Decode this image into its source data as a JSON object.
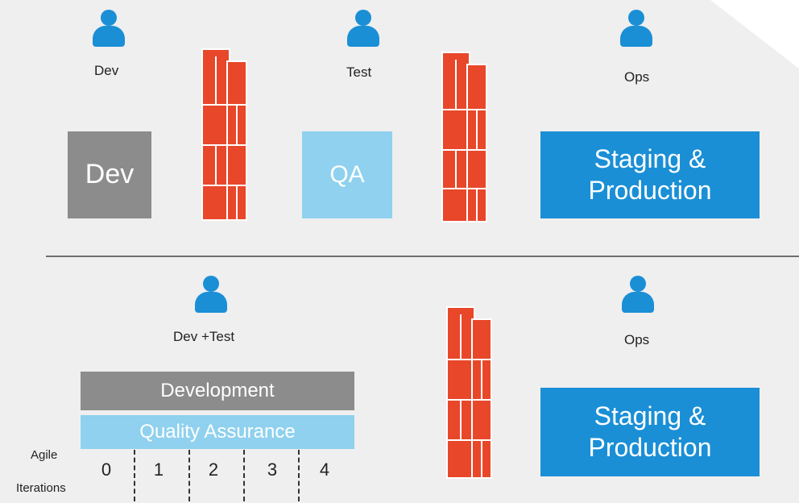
{
  "top": {
    "roles": [
      "Dev",
      "Test",
      "Ops"
    ],
    "stages": {
      "dev": "Dev",
      "qa": "QA",
      "staging": "Staging &\nProduction"
    }
  },
  "bottom": {
    "roles": [
      "Dev +Test",
      "Ops"
    ],
    "bars": {
      "development": "Development",
      "quality_assurance": "Quality Assurance"
    },
    "iterations_label_line1": "Agile",
    "iterations_label_line2": "Iterations",
    "iterations": [
      "0",
      "1",
      "2",
      "3",
      "4"
    ],
    "staging": "Staging &\nProduction"
  },
  "colors": {
    "person": "#1a8fd6",
    "wall": "#e8472a",
    "dev_box": "#8c8c8c",
    "qa_box": "#8fd1ee",
    "staging_box": "#1a8fd6",
    "background_arrow": "#efefef"
  }
}
